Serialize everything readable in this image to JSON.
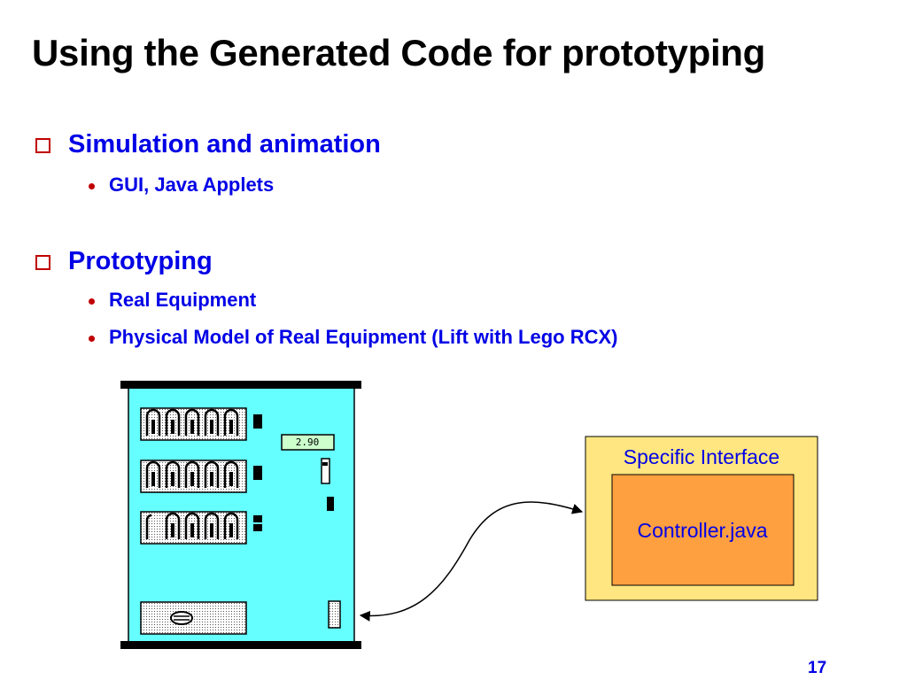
{
  "slide": {
    "title": "Using the Generated Code for prototyping",
    "page_number": "17"
  },
  "bullets": [
    {
      "label": "Simulation and animation",
      "items": [
        "GUI, Java Applets"
      ]
    },
    {
      "label": "Prototyping",
      "items": [
        "Real Equipment",
        "Physical Model of Real Equipment (Lift with Lego RCX)"
      ]
    }
  ],
  "figure": {
    "lift_display": "2.90",
    "interface_box": {
      "label": "Specific Interface",
      "inner_label": "Controller.java"
    }
  },
  "colors": {
    "text_blue": "#0000e6",
    "marker_red": "#c00000",
    "lift_cyan": "#66ffff",
    "interface_yellow": "#ffe680",
    "controller_orange": "#ffa040"
  }
}
